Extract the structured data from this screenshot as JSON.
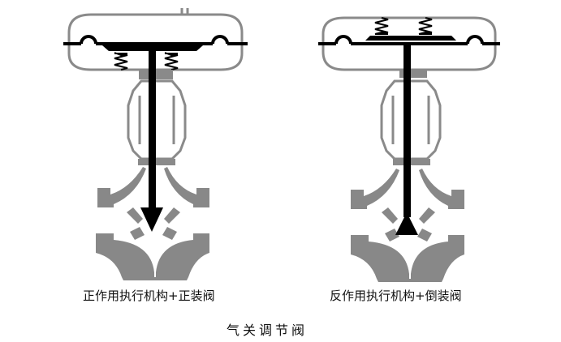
{
  "captions": {
    "left": "正作用执行机构+正装阀",
    "right": "反作用执行机构+倒装阀"
  },
  "title": "气关调节阀",
  "colors": {
    "stroke_dark": "#000000",
    "stroke_gray": "#8a8a8a",
    "body_gray": "#888888",
    "background": "#ffffff"
  }
}
